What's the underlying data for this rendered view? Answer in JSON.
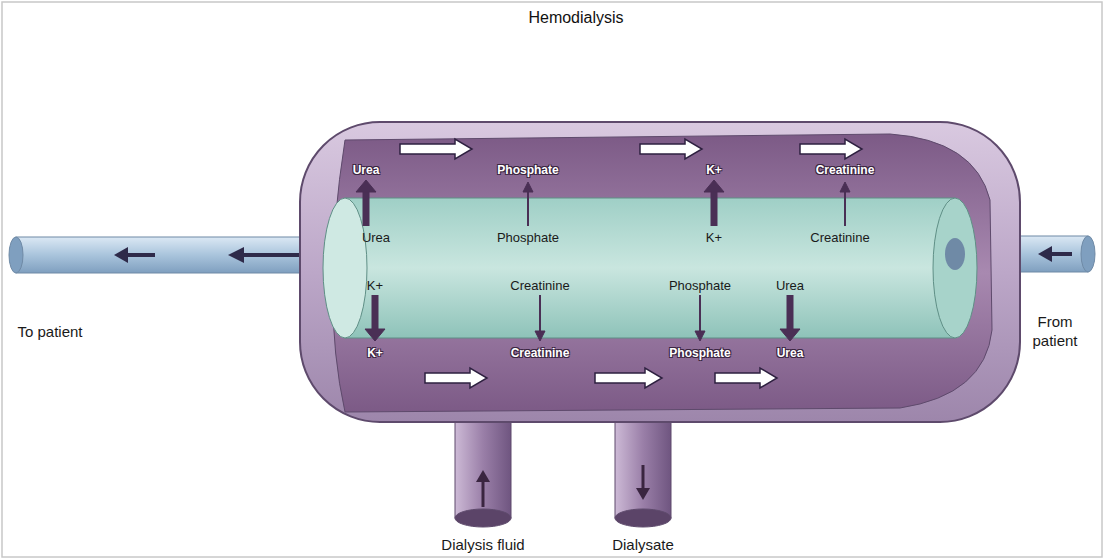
{
  "diagram": {
    "title": "Hemodialysis",
    "labels": [
      "Urea",
      "Phosphate",
      "K+",
      "Creatinine",
      "Urea",
      "Phosphate",
      "K+",
      "Creatinine",
      "K+",
      "Creatinine",
      "Phosphate",
      "Urea",
      "K+",
      "Creatinine",
      "Phosphate",
      "Urea",
      "To patient",
      "From patient",
      "Dialysis fluid",
      "Dialysate"
    ]
  }
}
